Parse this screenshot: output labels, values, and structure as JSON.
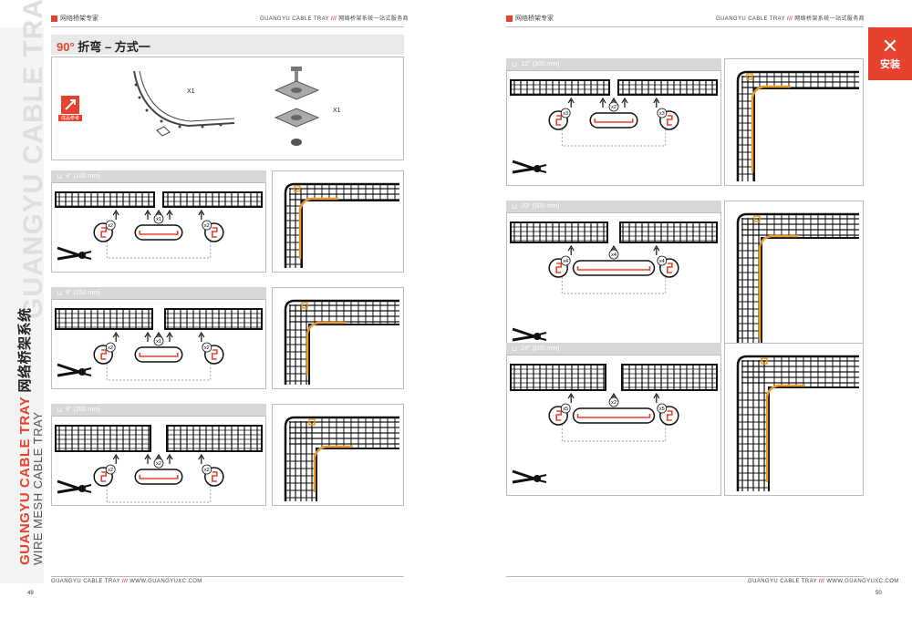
{
  "header": {
    "left_logo_text": "网络桥架专家",
    "right_logo_text": "网络桥架专家",
    "tagline_en": "GUANGYU CABLE TRAY",
    "tagline_sep": "///",
    "tagline_cn": "网络桥架系统一站式服务商"
  },
  "spine": {
    "watermark": "GUANGYU CABLE TRAY",
    "brand_en": "GUANGYU CABLE TRAY",
    "brand_cn": "网络桥架系统",
    "subtitle": "WIRE MESH CABLE TRAY"
  },
  "section": {
    "title_angle": "90°",
    "title_action": "折弯",
    "title_method": "– 方式一"
  },
  "tools_panel": {
    "tool_badge": "成品参考",
    "qty_1": "X1",
    "qty_2": "X1"
  },
  "corner_badge": {
    "icon": "wrench-screwdriver-icon",
    "label": "安装"
  },
  "steps_left": [
    {
      "size": "4\" (100 mm)",
      "counts": [
        "x2",
        "x1",
        "x2"
      ]
    },
    {
      "size": "6\" (150 mm)",
      "counts": [
        "x2",
        "x1",
        "x2"
      ]
    },
    {
      "size": "8\" (200 mm)",
      "counts": [
        "x2",
        "x2",
        "x2"
      ]
    }
  ],
  "steps_right": [
    {
      "size": "12\" (300 mm)",
      "counts": [
        "x3",
        "x2",
        "x3"
      ]
    },
    {
      "size": "20\" (500 mm)",
      "counts": [
        "x4",
        "x4",
        "x4"
      ]
    },
    {
      "size": "24\" (600 mm)",
      "counts": [
        "x5",
        "x2",
        "x5"
      ]
    }
  ],
  "footer": {
    "left_brand": "GUANGYU CABLE TRAY",
    "left_sep": "///",
    "left_url": "WWW.GUANGYUXC.COM",
    "right_brand": "GUANGYU CABLE TRAY",
    "right_sep": "///",
    "right_url": "WWW.GUANGYUXC.COM",
    "page_left": "49",
    "page_right": "50"
  },
  "colors": {
    "accent": "#e5432e",
    "orange_bend": "#e69a2e",
    "tab_gray": "#d7d7d7"
  }
}
